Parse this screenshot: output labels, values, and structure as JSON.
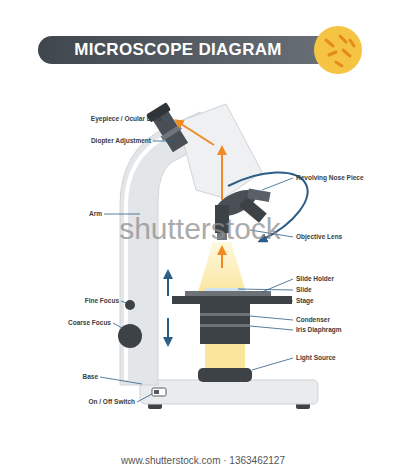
{
  "diagram": {
    "title": "MICROSCOPE DIAGRAM",
    "labels": [
      "Eyepiece / Ocular Lens",
      "Diopter Adjustment",
      "Revolving Nose Piece",
      "Arm",
      "shutterstock",
      "Objective Lens",
      "Slide Holder",
      "Slide",
      "Stage",
      "Fine Focus",
      "Condenser",
      "Coarse Focus",
      "Iris Diaphragm",
      "Light Source",
      "Base",
      "On / Off Switch",
      "www.shutterstock.com · 1363462127"
    ]
  }
}
